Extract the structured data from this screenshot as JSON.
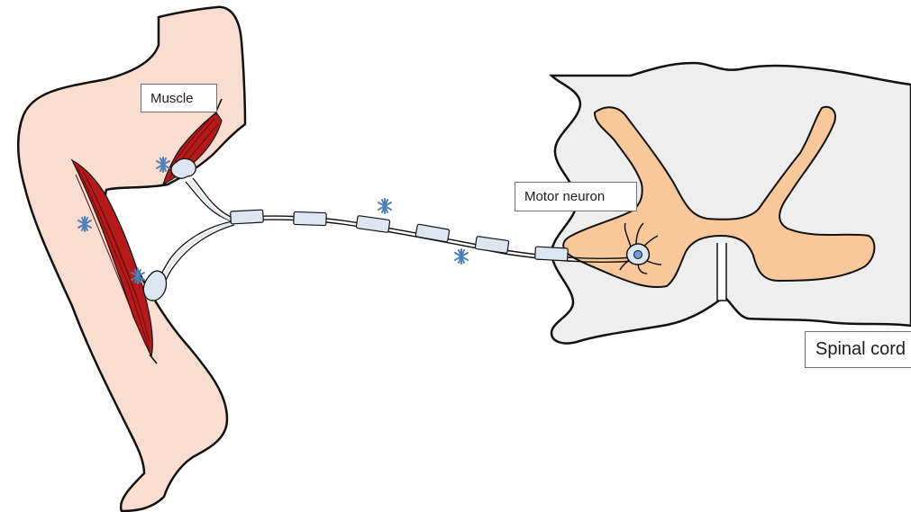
{
  "labels": {
    "muscle": "Muscle",
    "motor_neuron": "Motor neuron",
    "spinal_cord": "Spinal cord"
  },
  "colors": {
    "leg_fill": "#f8ddd0",
    "muscle_fill": "#b51a1a",
    "spinal_white_matter": "#eeeeee",
    "spinal_gray_matter": "#f9c89a",
    "myelin": "#dde6f0",
    "asterisk": "#4e7fb5",
    "outline": "#111111"
  },
  "icons": {
    "asterisk": "asterisk-icon"
  }
}
